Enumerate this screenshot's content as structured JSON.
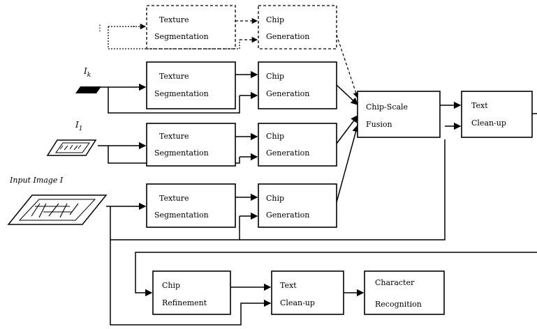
{
  "boxes": {
    "texture_segmentation": [
      "Texture",
      "Segmentation"
    ],
    "chip_generation": [
      "Chip",
      "Generation"
    ],
    "chip_scale_fusion": [
      "Chip-Scale",
      "Fusion"
    ],
    "text_cleanup": [
      "Text",
      "Clean-up"
    ],
    "chip_refinement": [
      "Chip",
      "Refinement"
    ],
    "character_recognition": [
      "Character",
      "Recognition"
    ]
  },
  "inputs": {
    "input_image_label": "Input Image I",
    "i1_label": "I",
    "i1_sub": "1",
    "ik_label": "I",
    "ik_sub": "k"
  },
  "ellipsis": "⋮"
}
